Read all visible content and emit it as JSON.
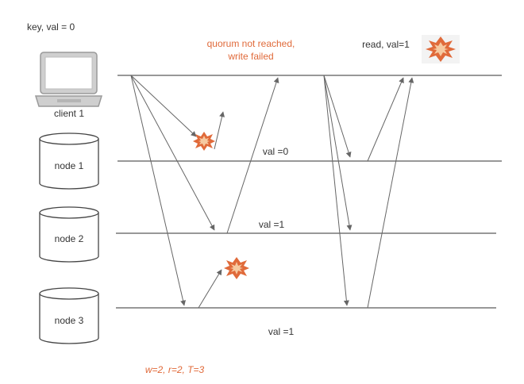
{
  "initial_state": "key, val = 0",
  "client": {
    "label": "client 1",
    "icon": "laptop-icon"
  },
  "nodes": [
    {
      "label": "node 1",
      "icon": "database-icon"
    },
    {
      "label": "node 2",
      "icon": "database-icon"
    },
    {
      "label": "node 3",
      "icon": "database-icon"
    }
  ],
  "annotations": {
    "write_failed": [
      "quorum not reached,",
      "write failed"
    ],
    "read_result": "read, val=1",
    "node1_value": "val =0",
    "node2_value": "val =1",
    "node3_value": "val =1",
    "params": "w=2, r=2, T=3"
  },
  "failure_icon": "explosion-icon",
  "colors": {
    "accent": "#e06a3a",
    "line": "#777777",
    "text": "#333333",
    "burst_outer": "#e06a3a",
    "burst_inner": "#f6c9a0"
  }
}
